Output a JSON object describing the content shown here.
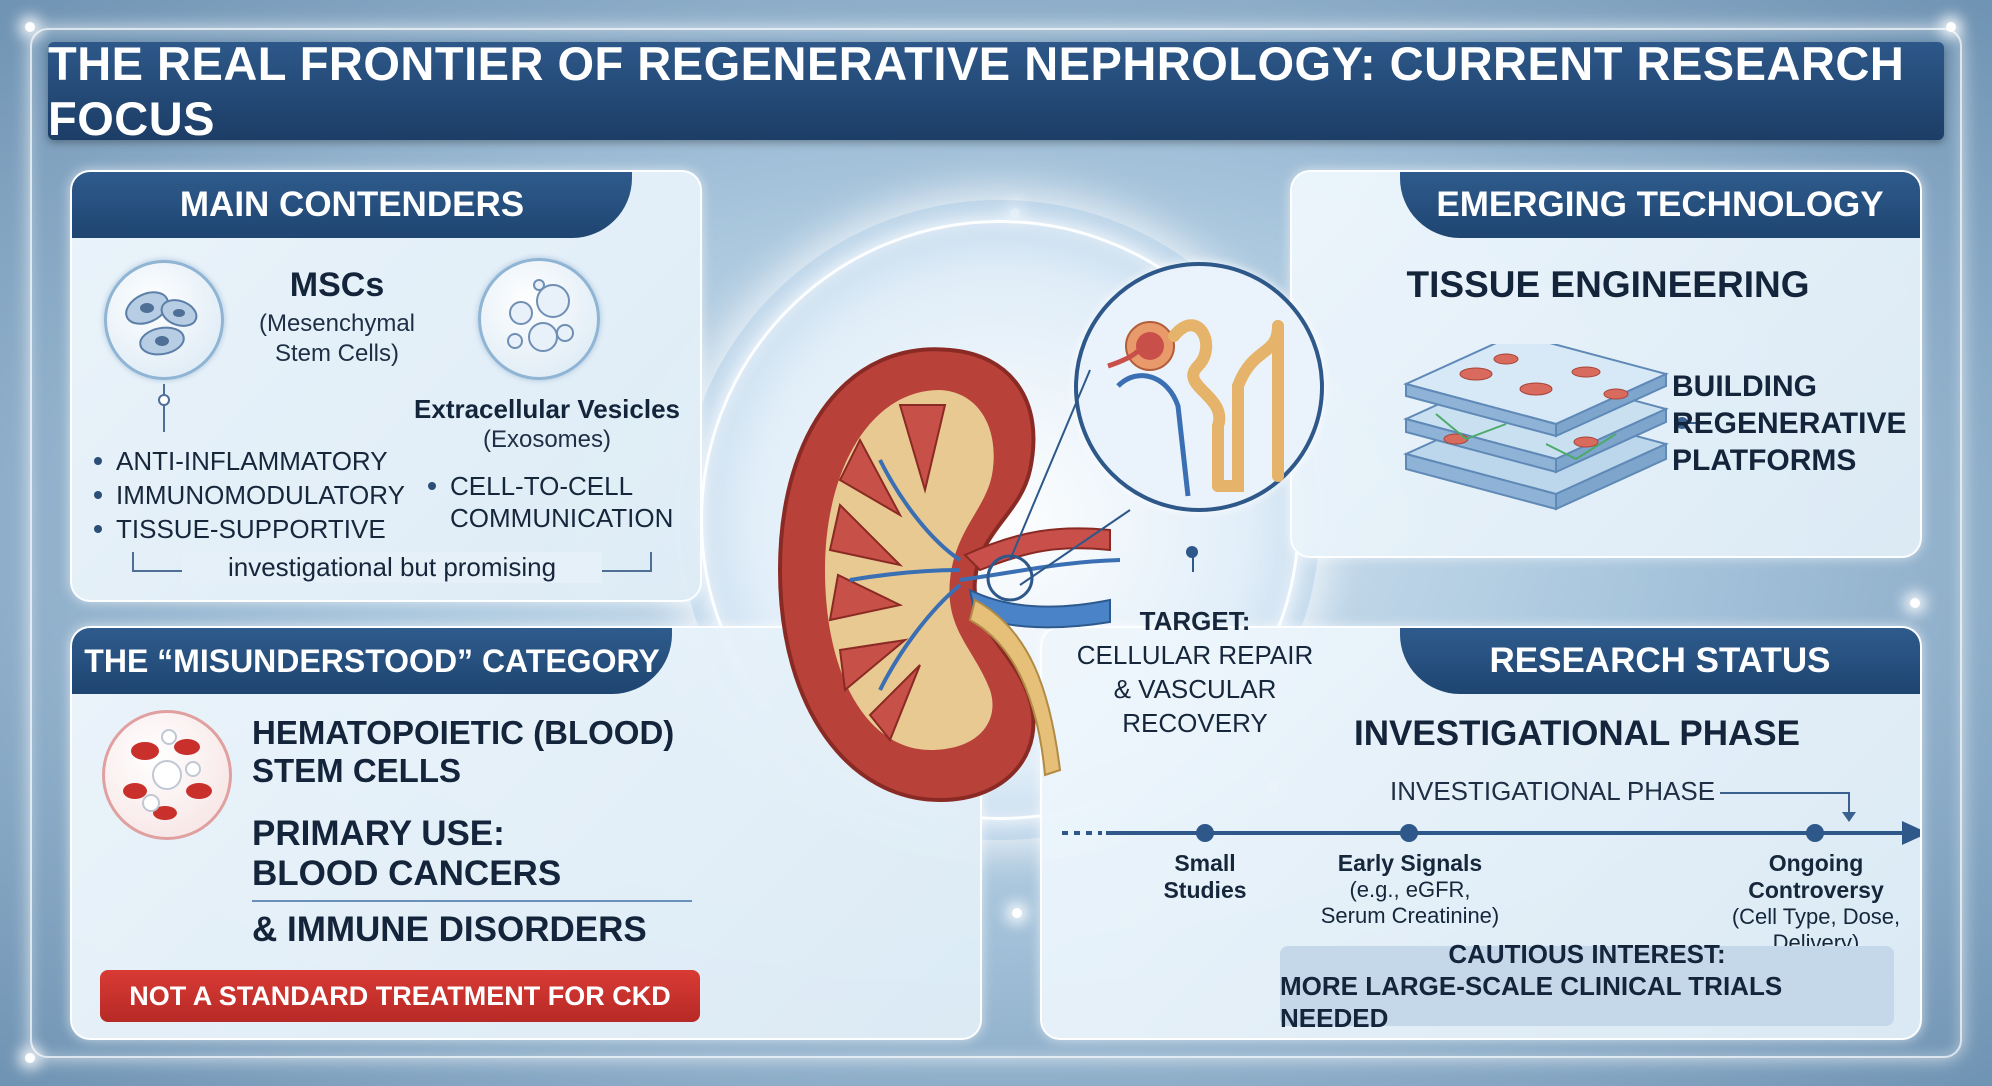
{
  "title": "THE REAL FRONTIER OF REGENERATIVE NEPHROLOGY: CURRENT RESEARCH FOCUS",
  "main_contenders": {
    "heading": "MAIN CONTENDERS",
    "msc_title": "MSCs",
    "msc_sub1": "(Mesenchymal",
    "msc_sub2": "Stem Cells)",
    "bullets": [
      "ANTI-INFLAMMATORY",
      "IMMUNOMODULATORY",
      "TISSUE-SUPPORTIVE"
    ],
    "ev_title": "Extracellular Vesicles",
    "ev_sub": "(Exosomes)",
    "ev_bullet1": "CELL-TO-CELL",
    "ev_bullet2": "COMMUNICATION",
    "footer": "investigational but promising"
  },
  "emerging": {
    "heading": "EMERGING TECHNOLOGY",
    "subheading": "TISSUE ENGINEERING",
    "label1": "BUILDING",
    "label2": "REGENERATIVE",
    "label3": "PLATFORMS"
  },
  "center": {
    "target_title": "TARGET:",
    "target_line1": "CELLULAR REPAIR",
    "target_line2": "& VASCULAR",
    "target_line3": "RECOVERY"
  },
  "misunderstood": {
    "heading": "THE “MISUNDERSTOOD” CATEGORY",
    "hsc1": "HEMATOPOIETIC (BLOOD)",
    "hsc2": "STEM CELLS",
    "use1": "PRIMARY USE:",
    "use2": "BLOOD CANCERS",
    "use3": "& IMMUNE DISORDERS",
    "warning": "NOT A STANDARD TREATMENT FOR CKD"
  },
  "research_status": {
    "heading": "RESEARCH STATUS",
    "subheading": "INVESTIGATIONAL PHASE",
    "phase_label": "INVESTIGATIONAL PHASE",
    "steps": [
      {
        "title": "Small",
        "title2": "Studies",
        "detail": ""
      },
      {
        "title": "Early Signals",
        "title2": "",
        "detail": "(e.g., eGFR,",
        "detail2": "Serum Creatinine)"
      },
      {
        "title": "Ongoing",
        "title2": "Controversy",
        "detail": "(Cell Type, Dose,",
        "detail2": "Delivery)"
      }
    ],
    "caution1": "CAUTIOUS INTEREST:",
    "caution2": "MORE LARGE-SCALE CLINICAL TRIALS NEEDED"
  },
  "colors": {
    "navy": "#1f4571",
    "kidney": "#b8413a",
    "warning": "#c9302b",
    "vein": "#3a6fb4"
  }
}
